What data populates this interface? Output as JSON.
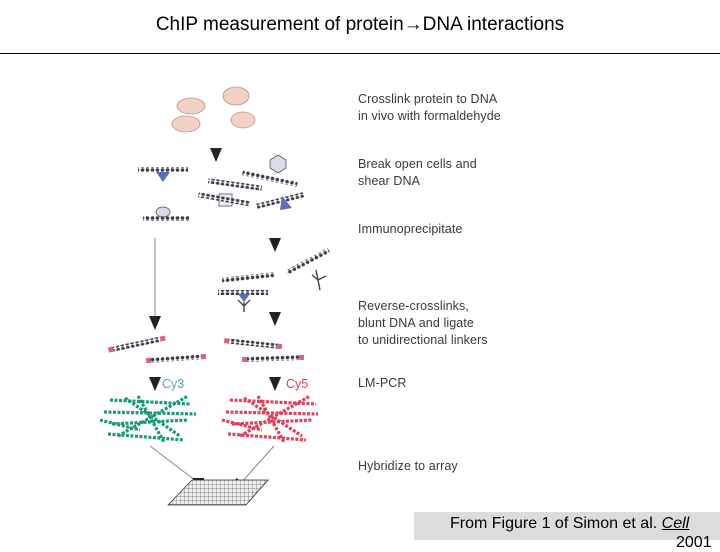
{
  "title": "ChIP measurement of protein→DNA interactions",
  "steps": [
    "Crosslink protein to DNA\nin vivo with formaldehyde",
    "Break open cells and\nshear DNA",
    "Immunoprecipitate",
    "Reverse-crosslinks,\nblunt DNA and ligate\nto unidirectional linkers",
    "LM-PCR",
    "Hybridize to array"
  ],
  "dyes": {
    "left": "Cy3",
    "right": "Cy5"
  },
  "credit": {
    "prefix": "From Figure 1 of Simon et al. ",
    "journal": "Cell",
    "year": "2001"
  },
  "colors": {
    "protein": "#f2d2c4",
    "dna": "#3a3a4a",
    "tag": "#5a6fb8",
    "linker": "#e0607a",
    "cy3": "#1a9a78",
    "cy5": "#e04058",
    "arrow": "#222222",
    "array": "#555555"
  }
}
